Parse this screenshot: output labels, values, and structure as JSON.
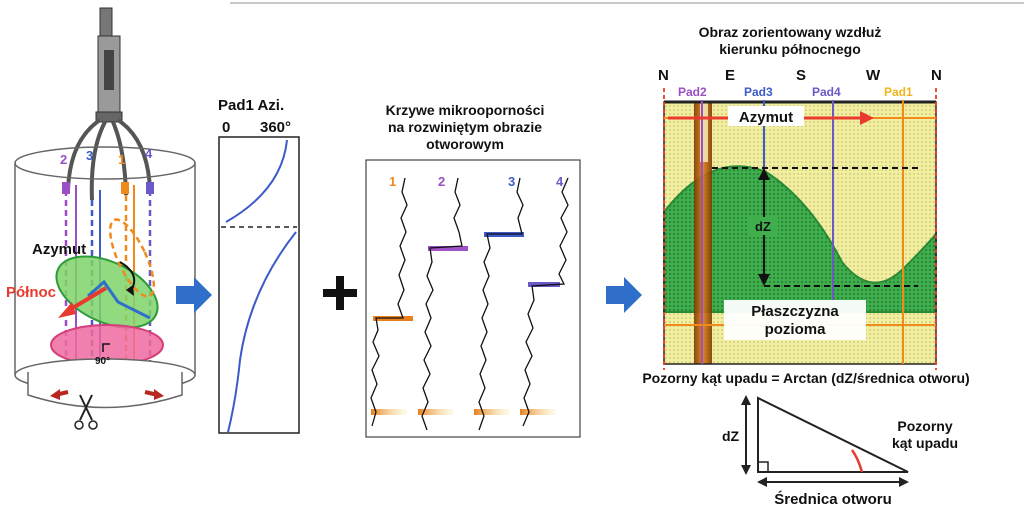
{
  "tool": {
    "azimuth_label": "Azymut",
    "north_label": "Północ",
    "angle_label": "90°",
    "pads": [
      "2",
      "3",
      "1",
      "4"
    ]
  },
  "azi_panel": {
    "title": "Pad1 Azi.",
    "min": "0",
    "max": "360°"
  },
  "curves_panel": {
    "title_l1": "Krzywe mikrooporności",
    "title_l2": "na rozwiniętym obrazie",
    "title_l3": "otworowym",
    "tracks": [
      "1",
      "2",
      "3",
      "4"
    ]
  },
  "image_panel": {
    "title_l1": "Obraz zorientowany wzdłuż",
    "title_l2": "kierunku północnego",
    "directions": [
      "N",
      "E",
      "S",
      "W",
      "N"
    ],
    "pads": [
      "Pad2",
      "Pad3",
      "Pad4",
      "Pad1"
    ],
    "azimuth_label": "Azymut",
    "dz_label": "dZ",
    "plane_l1": "Płaszczyzna",
    "plane_l2": "pozioma"
  },
  "formula": "Pozorny kąt upadu = Arctan (dZ/średnica otworu)",
  "triangle": {
    "dz_label": "dZ",
    "angle_l1": "Pozorny",
    "angle_l2": "kąt upadu",
    "base_label": "Średnica otworu"
  },
  "colors": {
    "pad1": "#f08a1c",
    "pad2": "#9b4fc4",
    "pad3": "#3c5bc8",
    "pad4": "#6a5ac8",
    "arrow": "#2f6fc9",
    "red": "#e83a2e",
    "green": "#3fa447",
    "yellow": "#f2ee9a"
  }
}
